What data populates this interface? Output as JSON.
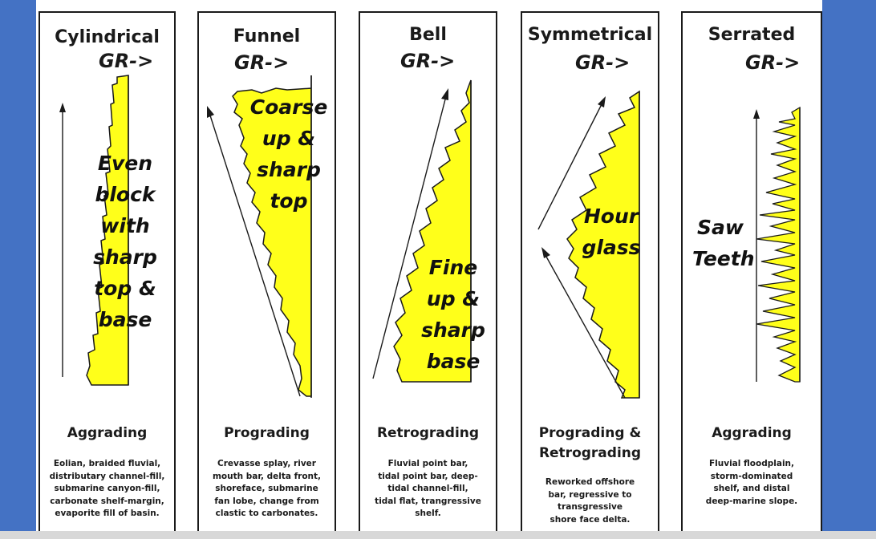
{
  "colors": {
    "accent": "#4472c4",
    "fill": "#ffff1a",
    "outline": "#1a1a1a"
  },
  "panels": [
    {
      "title": "Cylindrical",
      "gr": "GR->",
      "big": [
        "Even",
        "block",
        "with",
        "sharp",
        "top &",
        "base"
      ],
      "trend": [
        "Aggrading"
      ],
      "desc": [
        "Eolian,  braided fluvial,",
        "distributary channel-fill,",
        "submarine canyon-fill,",
        "carbonate shelf-margin,",
        "evaporite fill of  basin."
      ]
    },
    {
      "title": "Funnel",
      "gr": "GR->",
      "big": [
        "Coarse",
        "up  &",
        "sharp",
        "top"
      ],
      "trend": [
        "Prograding"
      ],
      "desc": [
        "Crevasse splay, river",
        "mouth bar, delta front,",
        "shoreface, submarine",
        "fan lobe, change from",
        "clastic to carbonates."
      ]
    },
    {
      "title": "Bell",
      "gr": "GR->",
      "big": [
        "Fine",
        "up  &",
        "sharp",
        "base"
      ],
      "trend": [
        "Retrograding"
      ],
      "desc": [
        "Fluvial point bar,",
        "tidal point bar, deep-",
        "tidal channel-fill,",
        "tidal flat, trangressive",
        "shelf."
      ]
    },
    {
      "title": "Symmetrical",
      "gr": "GR->",
      "big": [
        "Hour",
        "glass"
      ],
      "trend": [
        "Prograding &",
        "Retrograding"
      ],
      "desc": [
        "Reworked offshore",
        "bar, regressive to",
        "transgressive",
        "shore face delta."
      ]
    },
    {
      "title": "Serrated",
      "gr": "GR->",
      "big": [
        "Saw",
        "Teeth"
      ],
      "trend": [
        "Aggrading"
      ],
      "desc": [
        "Fluvial floodplain,",
        "storm-dominated",
        "shelf, and distal",
        "deep-marine slope."
      ]
    }
  ]
}
